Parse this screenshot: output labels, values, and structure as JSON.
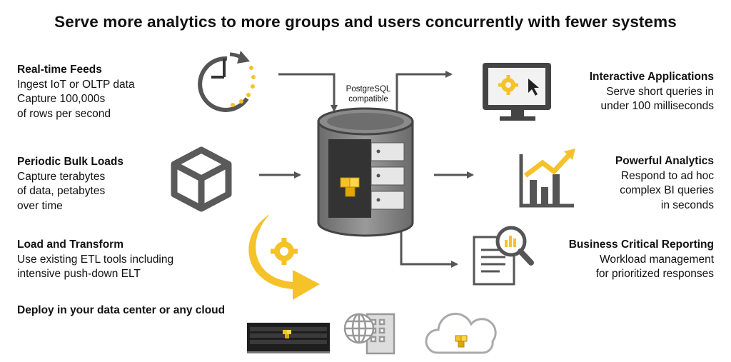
{
  "title": "Serve more analytics to more groups and users concurrently with fewer systems",
  "hub": {
    "label_line1": "PostgreSQL",
    "label_line2": "compatible"
  },
  "left": [
    {
      "heading": "Real-time Feeds",
      "lines": [
        "Ingest IoT or OLTP data",
        "Capture 100,000s",
        "of rows per second"
      ]
    },
    {
      "heading": "Periodic Bulk Loads",
      "lines": [
        "Capture terabytes",
        "of data, petabytes",
        "over time"
      ]
    },
    {
      "heading": "Load and Transform",
      "lines": [
        "Use existing ETL tools including",
        "intensive push-down ELT"
      ]
    }
  ],
  "right": [
    {
      "heading": "Interactive Applications",
      "lines": [
        "Serve short queries in",
        "under 100 milliseconds"
      ]
    },
    {
      "heading": "Powerful Analytics",
      "lines": [
        "Respond to ad hoc",
        "complex BI queries",
        "in seconds"
      ]
    },
    {
      "heading": "Business Critical Reporting",
      "lines": [
        "Workload management",
        "for prioritized responses"
      ]
    }
  ],
  "deploy": {
    "heading": "Deploy in your data center or any cloud"
  },
  "icons": {
    "clock": "clock-icon",
    "cube": "cube-icon",
    "etl": "gear-arrow-icon",
    "database": "database-icon",
    "monitor": "monitor-cursor-icon",
    "analytics": "bar-chart-icon",
    "report": "report-magnifier-icon",
    "appliance": "server-appliance-icon",
    "datacenter": "globe-building-icon",
    "cloud": "cloud-icon"
  },
  "colors": {
    "accent": "#f5c22a",
    "icon_gray": "#555555",
    "arrow": "#555555"
  }
}
